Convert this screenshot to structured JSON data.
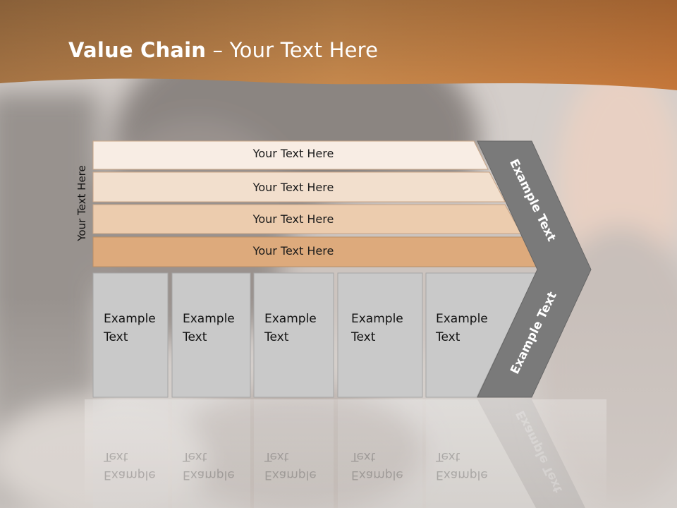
{
  "slide": {
    "title_bold": "Value Chain",
    "title_rest": " – Your Text Here",
    "side_label": "Your Text Here",
    "rows": [
      {
        "label": "Your Text Here"
      },
      {
        "label": "Your Text Here"
      },
      {
        "label": "Your Text Here"
      },
      {
        "label": "Your Text Here"
      }
    ],
    "boxes": [
      {
        "line1": "Example",
        "line2": "Text"
      },
      {
        "line1": "Example",
        "line2": "Text"
      },
      {
        "line1": "Example",
        "line2": "Text"
      },
      {
        "line1": "Example",
        "line2": "Text"
      },
      {
        "line1": "Example",
        "line2": "Text"
      }
    ],
    "chevron_top": "Example Text",
    "chevron_bottom": "Example Text"
  },
  "colors": {
    "header": "#c98543",
    "row1": "#f8ede4",
    "row2": "#f2dfcd",
    "row3": "#ecccae",
    "row4": "#ddaa7c",
    "box": "#c9c9c9",
    "chevron": "#7a7a7a"
  }
}
